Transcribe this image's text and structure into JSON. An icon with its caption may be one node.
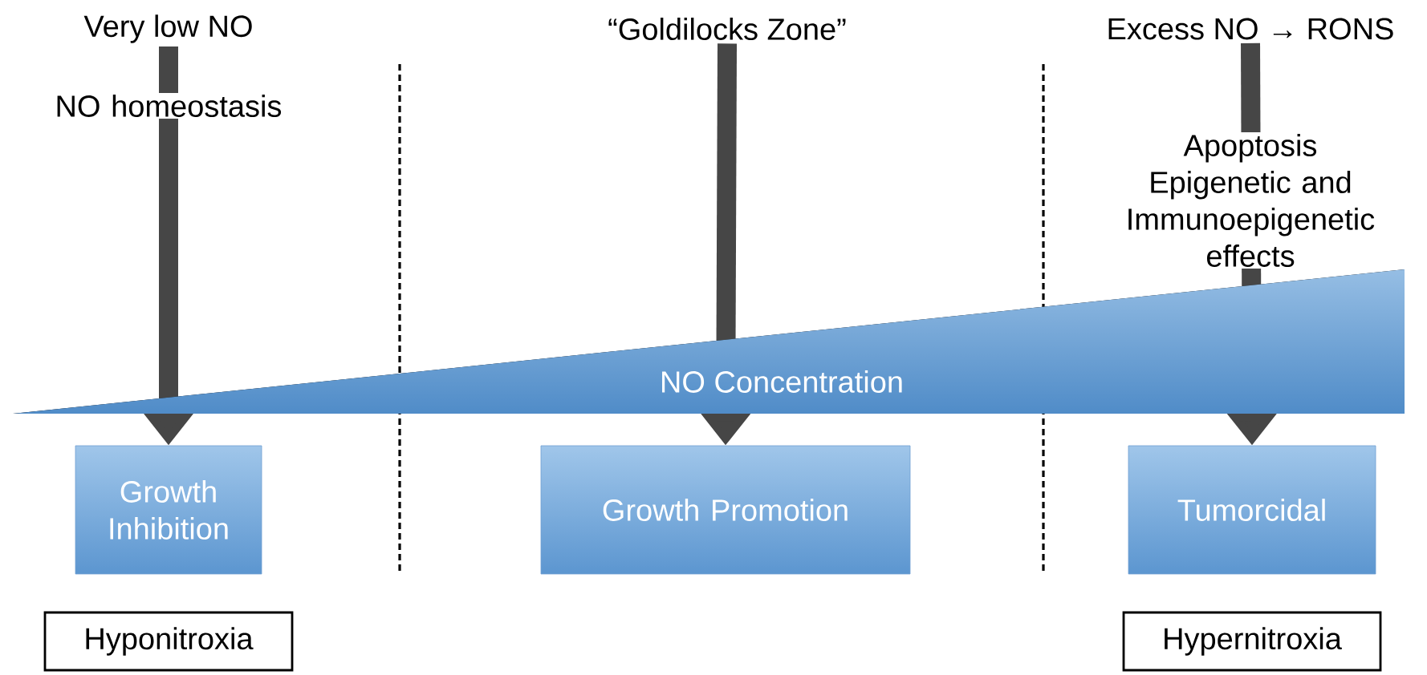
{
  "diagram": {
    "nodes": [
      {
        "text": [
          "Very low NO"
        ]
      },
      {
        "text": [
          "“Goldilocks Zone”"
        ]
      },
      {
        "text": [
          "Excess NO → RONS"
        ]
      },
      {
        "text": [
          "Growth Inhibition"
        ]
      },
      {
        "text": [
          "Growth Promotion"
        ]
      },
      {
        "text": [
          "Tumorcidal"
        ]
      },
      {
        "text": [
          "Hyponitroxia"
        ]
      },
      {
        "text": [
          "Hypernitroxia"
        ]
      }
    ],
    "edges": [
      {
        "from": 0,
        "to": 3,
        "arrow": "to",
        "label": "NO homeostasis"
      },
      {
        "from": 1,
        "to": 4,
        "arrow": "to"
      },
      {
        "from": 2,
        "to": 5,
        "arrow": "to",
        "label": "Apoptosis Epigenetic and Immunoepigenetic effects"
      }
    ],
    "labels": [
      "NO Concentration"
    ]
  }
}
